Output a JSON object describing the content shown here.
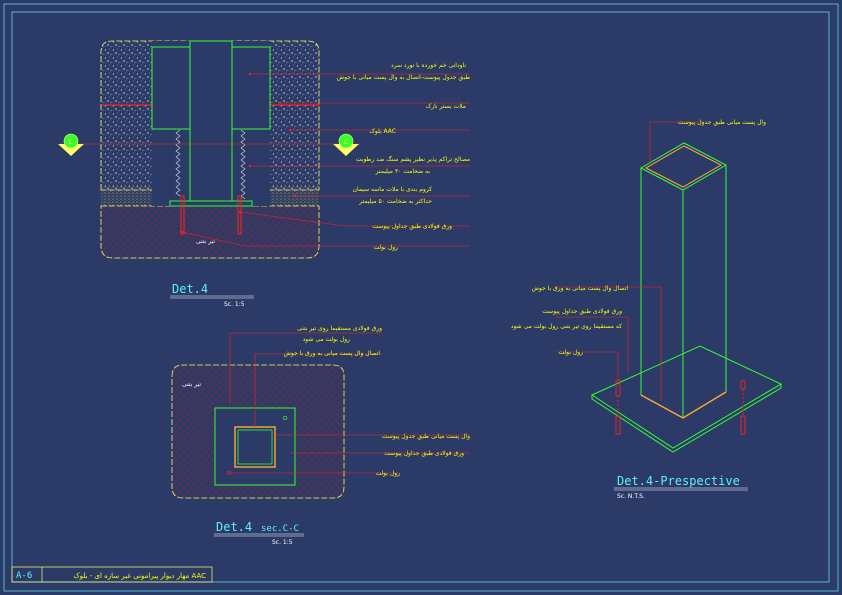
{
  "colors": {
    "background": "#2b3a67",
    "frame": "#5ef2f2",
    "concrete": "#ffff66",
    "steel": "#33ff33",
    "leader": "#ff2020",
    "hatch": "#b02020",
    "text": "#ffff00"
  },
  "sheet": {
    "number": "A-6",
    "title": "مهار دیوار پیرامونی غیر سازه ای - بلوک AAC"
  },
  "det4": {
    "title": "Det.4",
    "scale": "Sc. 1:5",
    "section_marker": "C",
    "beam_label": "تیر بتنی",
    "labels": [
      "ناودانی خم خورده با نورد سرد",
      "طبق جدول پیوست-اتصال به وال پست میانی با جوش",
      "ملات بستر نازک",
      "بلوک AAC",
      "مصالح تراکم پذیر نظیر پشم سنگ ضد رطوبت",
      "به ضخامت ۳۰ میلیمتر",
      "کروم بندی با ملات ماسه سیمان",
      "حداکثر به ضخامت ۵۰ میلیمتر",
      "ورق فولادی طبق جداول پیوست",
      "رول بولت"
    ]
  },
  "det4_section": {
    "title": "Det.4",
    "subtitle": "sec.C-C",
    "scale": "Sc. 1:5",
    "beam_label": "تیر بتنی",
    "labels": [
      "ورق فولادی مستقیما روی تیر بتنی",
      "رول بولت می شود",
      "اتصال وال پست میانی به ورق با جوش",
      "وال پست میانی طبق جدول پیوست",
      "ورق فولادی طبق جداول پیوست",
      "رول بولت"
    ]
  },
  "det4_perspective": {
    "title": "Det.4-Prespective",
    "scale": "Sc. N.T.S.",
    "labels": [
      "وال پست میانی طبق جدول پیوست",
      "اتصال وال پست میانی به ورق با جوش",
      "ورق فولادی طبق جداول پیوست",
      "که مستقیما روی تیر بتنی رول بولت می شود",
      "رول بولت"
    ]
  }
}
